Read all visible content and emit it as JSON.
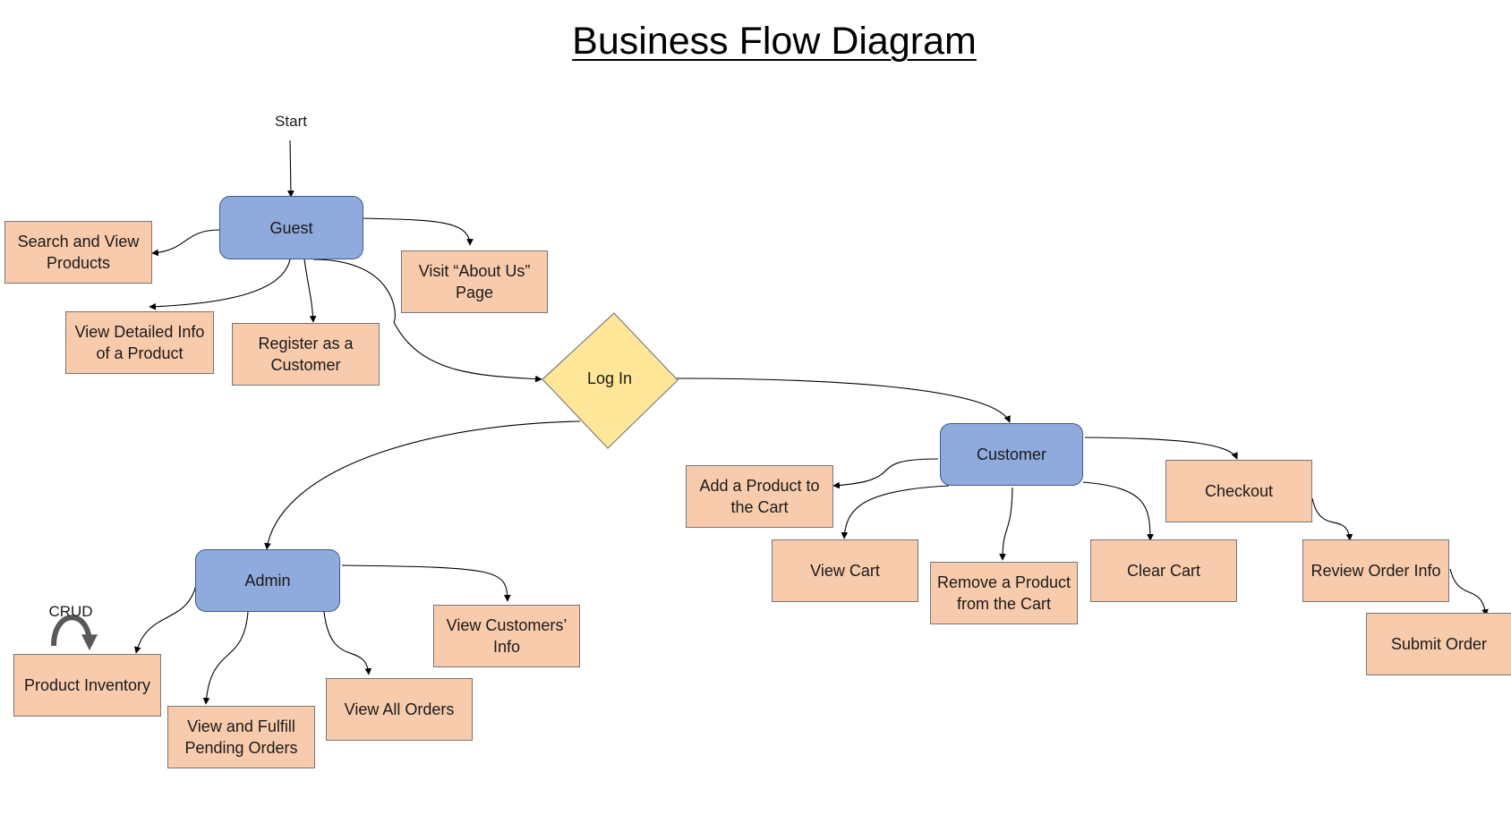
{
  "title": "Business Flow Diagram",
  "start_label": "Start",
  "crud_label": "CRUD",
  "decision": {
    "label": "Log In"
  },
  "roles": {
    "guest": "Guest",
    "admin": "Admin",
    "customer": "Customer"
  },
  "guest_actions": {
    "search": "Search and View Products",
    "view_detailed": "View Detailed Info of a Product",
    "register": "Register as a Customer",
    "about": "Visit “About Us” Page"
  },
  "admin_actions": {
    "inventory": "Product Inventory",
    "fulfill": "View and Fulfill Pending Orders",
    "all_orders": "View All Orders",
    "customers": "View Customers’ Info"
  },
  "customer_actions": {
    "add": "Add a Product to the Cart",
    "view_cart": "View Cart",
    "remove": "Remove a Product from the Cart",
    "clear": "Clear Cart",
    "checkout": "Checkout",
    "review": "Review Order Info",
    "submit": "Submit Order"
  },
  "colors": {
    "role_fill": "#8faadc",
    "action_fill": "#f8cbad",
    "decision_fill": "#ffe699",
    "connector": "#000000",
    "crud_arrow": "#595959"
  }
}
